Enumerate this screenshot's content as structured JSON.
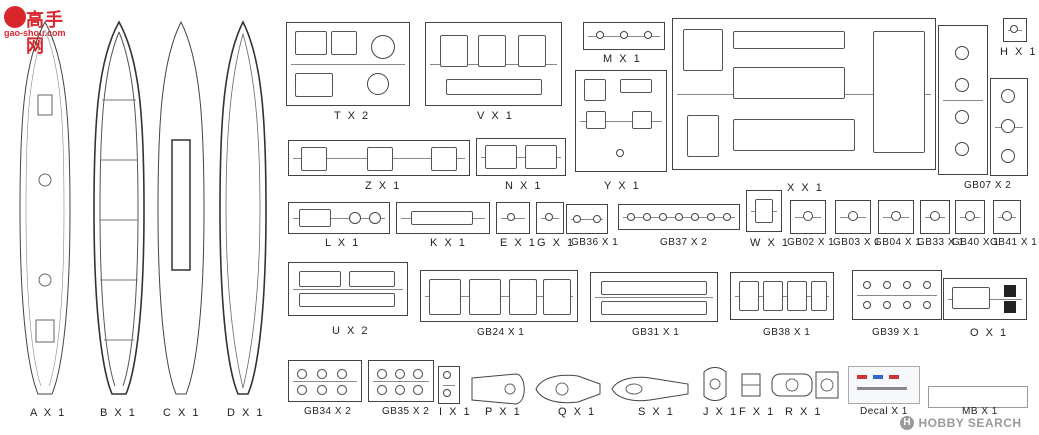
{
  "watermark_top": {
    "logo_text": "高手网",
    "url_text": "gao-shou.com"
  },
  "watermark_bottom": {
    "brand": "HOBBY SEARCH",
    "brand_mark": "H"
  },
  "hulls": {
    "a": "A X 1",
    "b": "B X 1",
    "c": "C X 1",
    "d": "D X 1"
  },
  "sprues": {
    "t": "T X 2",
    "v": "V X 1",
    "m": "M X 1",
    "h": "H X 1",
    "z": "Z X 1",
    "n": "N X 1",
    "y": "Y X 1",
    "x": "X X 1",
    "gb07": "GB07 X 2",
    "l": "L X 1",
    "k": "K X 1",
    "e": "E X 1",
    "g": "G X 1",
    "gb36": "GB36 X 1",
    "gb37": "GB37 X 2",
    "w": "W X 1",
    "gb02": "GB02 X 1",
    "gb03": "GB03 X 1",
    "gb04": "GB04 X 1",
    "gb33": "GB33 X 1",
    "gb40": "GB40 X 1",
    "gb41": "GB41 X 1",
    "u": "U X 2",
    "gb24": "GB24 X 1",
    "gb31": "GB31 X 1",
    "gb38": "GB38 X 1",
    "gb39": "GB39 X 1",
    "o": "O X 1",
    "gb34": "GB34 X 2",
    "gb35": "GB35 X 2",
    "i": "I X 1",
    "p": "P X 1",
    "q": "Q X 1",
    "s": "S X 1",
    "j": "J X 1",
    "f": "F X 1",
    "r": "R X 1",
    "decal": "Decal X 1",
    "mb": "MB X 1"
  },
  "colors": {
    "watermark_red": "#d8262c",
    "watermark_brand": "#9a9a9a",
    "line": "#444444"
  }
}
